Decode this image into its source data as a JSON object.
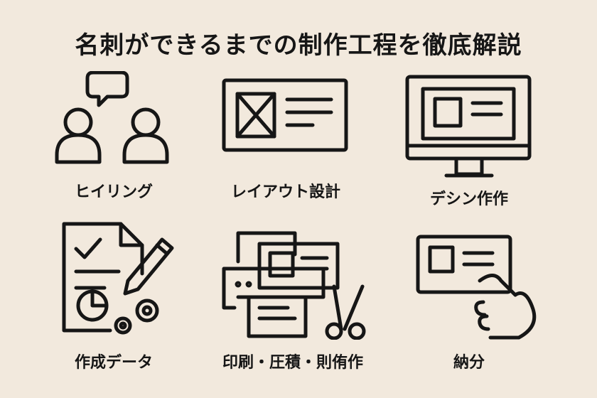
{
  "title": "名刺ができるまでの制作工程を徹底解説",
  "steps": [
    {
      "label": "ヒイリング",
      "icon": "meeting-icon"
    },
    {
      "label": "レイアウト設計",
      "icon": "layout-wireframe-icon"
    },
    {
      "label": "デシン作作",
      "icon": "monitor-design-icon"
    },
    {
      "label": "作成データ",
      "icon": "document-edit-icon"
    },
    {
      "label": "印刷・圧積・則侑作",
      "icon": "printer-cutting-icon"
    },
    {
      "label": "納分",
      "icon": "card-in-hand-icon"
    }
  ]
}
